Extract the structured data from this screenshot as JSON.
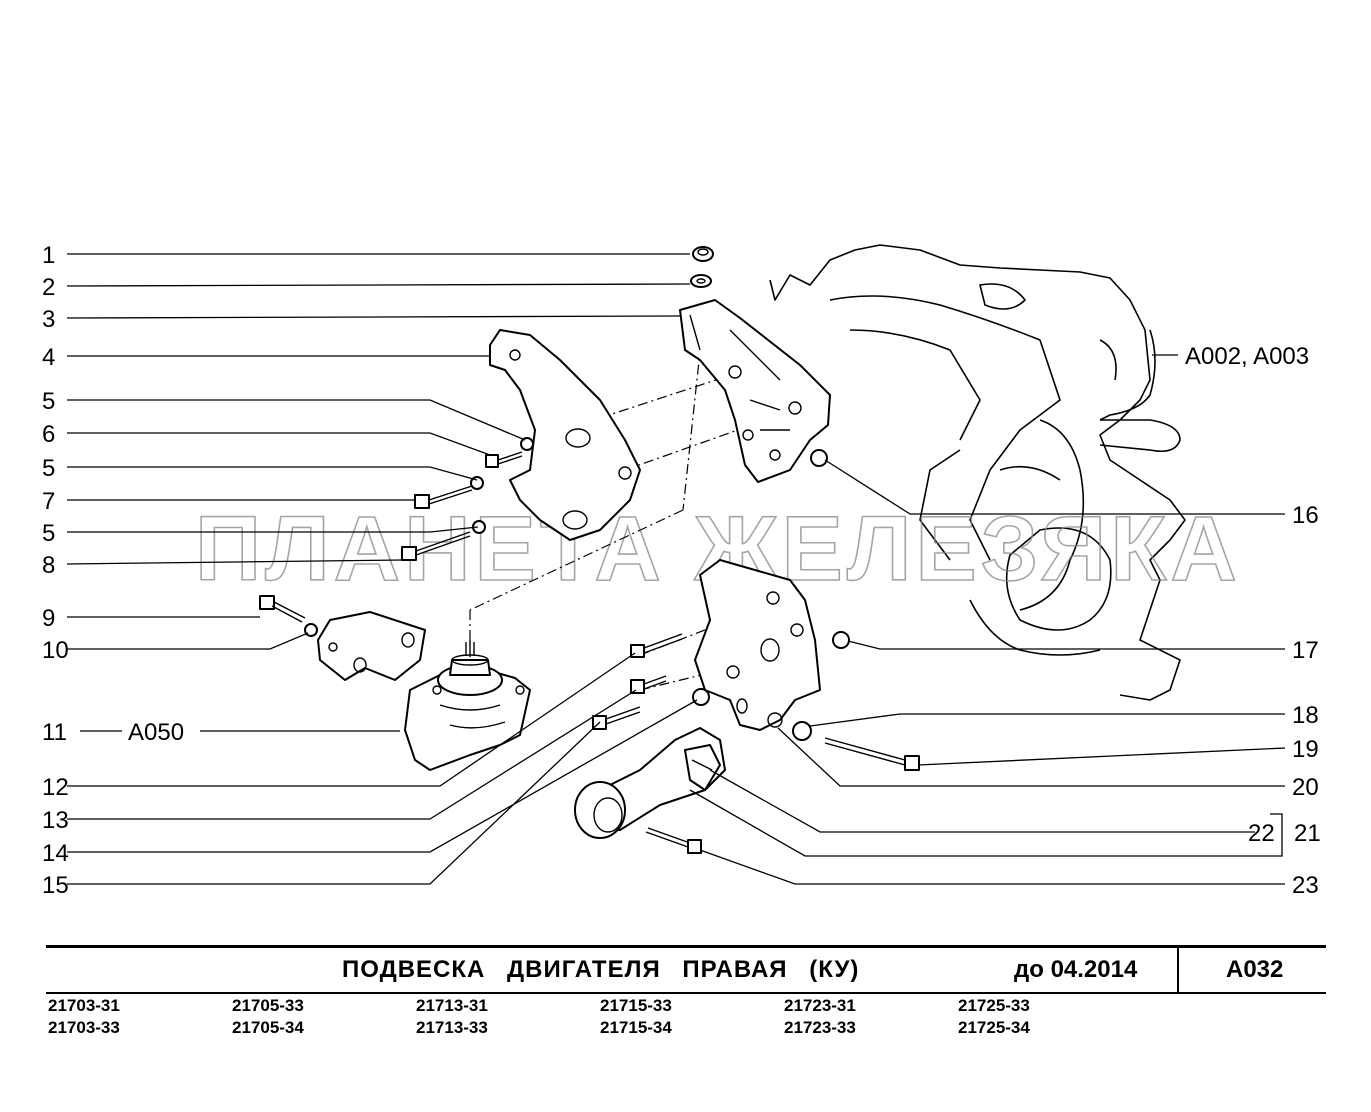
{
  "watermark": "ПЛАНЕТА ЖЕЛЕЗЯКА",
  "callouts_left": [
    "1",
    "2",
    "3",
    "4",
    "5",
    "6",
    "5",
    "7",
    "5",
    "8",
    "9",
    "10",
    "11",
    "12",
    "13",
    "14",
    "15"
  ],
  "callouts_right": [
    "16",
    "17",
    "18",
    "19",
    "20",
    "22",
    "21",
    "23"
  ],
  "refs": {
    "engine_ref": "A002, A003",
    "mount_ref": "A050"
  },
  "title": {
    "name": "ПОДВЕСКА   ДВИГАТЕЛЯ   ПРАВАЯ  (КУ)",
    "date": "до 04.2014",
    "code": "A032"
  },
  "models": [
    [
      "21703-31",
      "21703-33"
    ],
    [
      "21705-33",
      "21705-34"
    ],
    [
      "21713-31",
      "21713-33"
    ],
    [
      "21715-33",
      "21715-34"
    ],
    [
      "21723-31",
      "21723-33"
    ],
    [
      "21725-33",
      "21725-34"
    ]
  ]
}
